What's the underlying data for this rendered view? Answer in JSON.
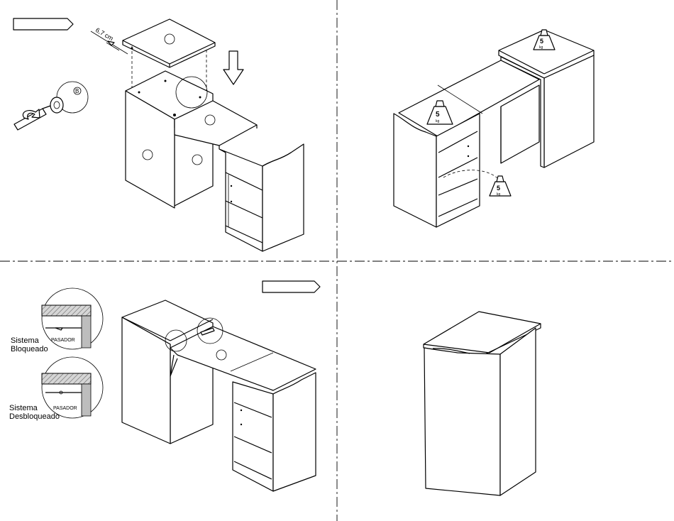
{
  "step1": {
    "measurement": "6,7 cm",
    "screw_label": "B"
  },
  "step2": {
    "weight_labels": [
      {
        "value": "5",
        "unit": "kg"
      },
      {
        "value": "5",
        "unit": "kg"
      },
      {
        "value": "5",
        "unit": "kg"
      }
    ]
  },
  "step3": {
    "locked_title_1": "Sistema",
    "locked_title_2": "Bloqueado",
    "locked_pin": "PASADOR",
    "unlocked_title_1": "Sistema",
    "unlocked_title_2": "Desbloqueado",
    "unlocked_pin": "PASADOR"
  }
}
